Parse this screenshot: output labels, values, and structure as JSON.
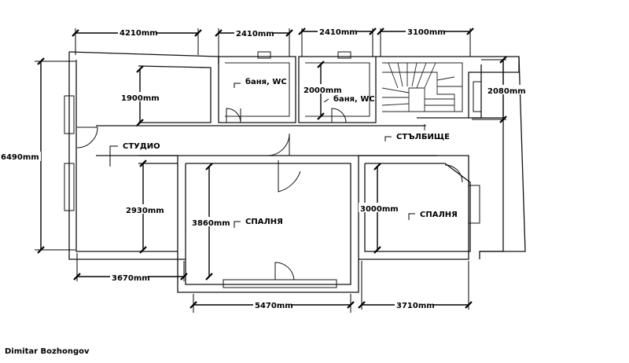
{
  "dimensions": {
    "top_left_width": "4210mm",
    "top_bath1_width": "2410mm",
    "top_bath2_width": "2410mm",
    "top_stair_width": "3100mm",
    "left_total_height": "6490mm",
    "studio_kitchen_height": "1900mm",
    "studio_lower_height": "2930mm",
    "bath2_height": "2000mm",
    "right_top_height": "2080mm",
    "bedroom1_height": "3860mm",
    "bedroom2_height": "3000mm",
    "bottom_studio_width": "3670mm",
    "bottom_bedroom1_width": "5470mm",
    "bottom_bedroom2_width": "3710mm"
  },
  "rooms": {
    "bath1": "баня, WC",
    "bath2": "баня, WC",
    "studio": "СТУДИО",
    "stairs": "СТЪЛБИЩЕ",
    "bedroom1": "СПАЛНЯ",
    "bedroom2": "СПАЛНЯ"
  },
  "watermark": "Dimitar Bozhongov"
}
